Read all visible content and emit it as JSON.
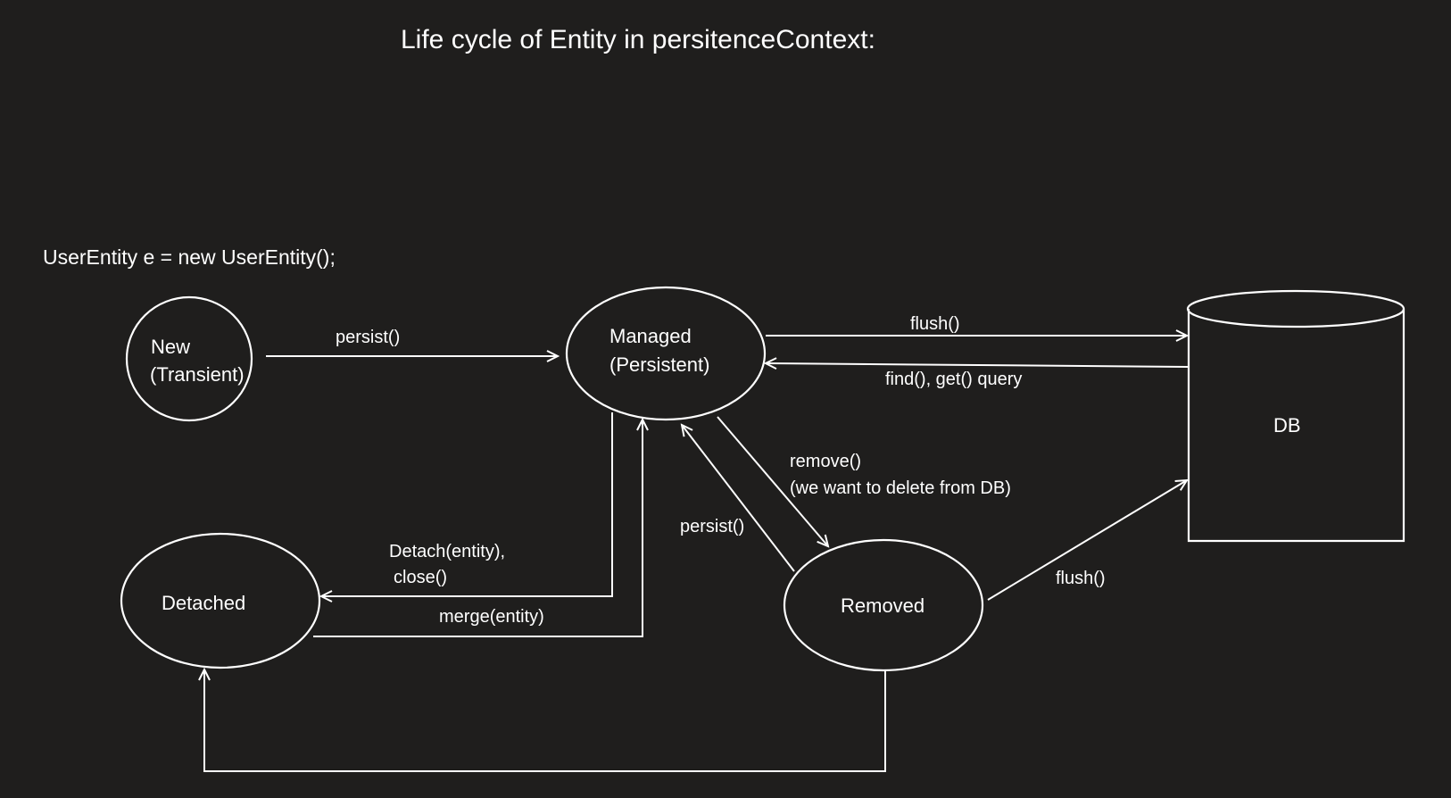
{
  "title": "Life cycle of Entity in persitenceContext:",
  "code_line": "UserEntity e = new UserEntity();",
  "nodes": {
    "new": {
      "line1": "New",
      "line2": "(Transient)"
    },
    "managed": {
      "line1": "Managed",
      "line2": "(Persistent)"
    },
    "detached": {
      "label": "Detached"
    },
    "removed": {
      "label": "Removed"
    },
    "db": {
      "label": "DB"
    }
  },
  "edges": {
    "persist_new": "persist()",
    "flush_managed": "flush()",
    "find_get": "find(), get() query",
    "remove": {
      "line1": "remove()",
      "line2": "(we want to delete from DB)"
    },
    "persist_removed": "persist()",
    "detach": {
      "line1": "Detach(entity),",
      "line2": "close()"
    },
    "merge": "merge(entity)",
    "flush_removed": "flush()"
  },
  "colors": {
    "background": "#1f1e1d",
    "foreground": "#ffffff"
  }
}
